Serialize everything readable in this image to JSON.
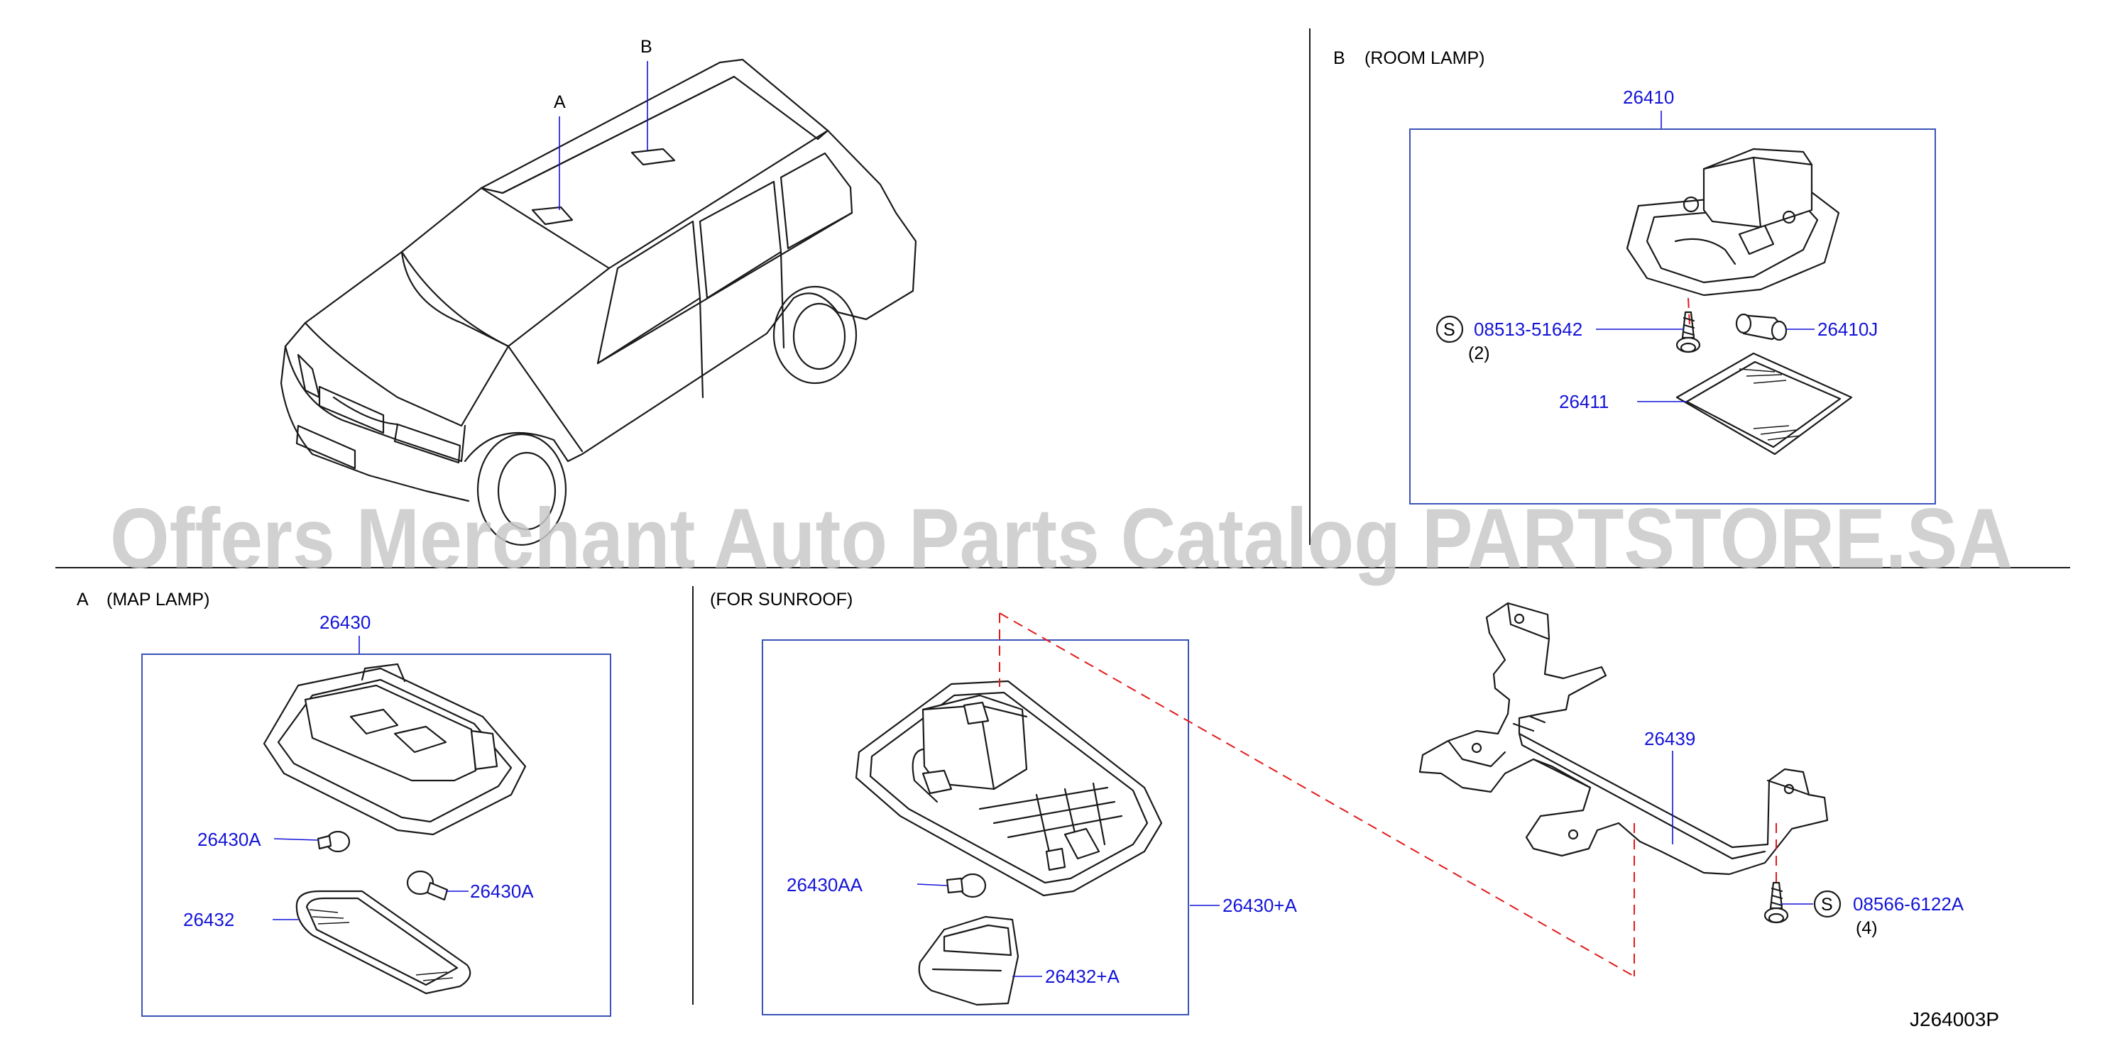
{
  "sections": {
    "room_lamp": {
      "letter": "B",
      "title": "(ROOM LAMP)"
    },
    "map_lamp": {
      "letter": "A",
      "title": "(MAP LAMP)"
    },
    "sunroof": {
      "title": "(FOR SUNROOF)"
    }
  },
  "car_callouts": {
    "a": "A",
    "b": "B"
  },
  "parts": {
    "p26410": "26410",
    "p08513": "08513-51642",
    "p08513_qty": "(2)",
    "p26410J": "26410J",
    "p26411": "26411",
    "p26430": "26430",
    "p26430A_1": "26430A",
    "p26430A_2": "26430A",
    "p26432": "26432",
    "p26430AA": "26430AA",
    "p26430plusA": "26430+A",
    "p26432plusA": "26432+A",
    "p26439": "26439",
    "p08566": "08566-6122A",
    "p08566_qty": "(4)"
  },
  "symbols": {
    "s1": "S",
    "s2": "S"
  },
  "watermark": "Offers Merchant Auto Parts Catalog PARTSTORE.SA",
  "diagram_code": "J264003P",
  "colors": {
    "part_number": "#1414d8",
    "dashed_leader": "#e21b1b",
    "frame": "#3a54b8"
  }
}
